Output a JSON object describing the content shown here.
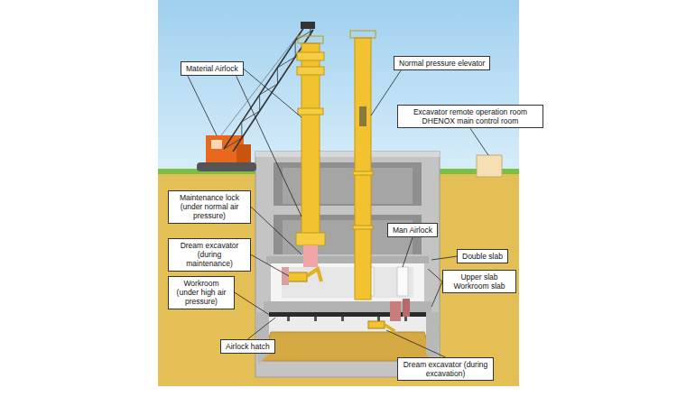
{
  "diagram": {
    "nodes": [
      {
        "text": [
          "Material Airlock"
        ]
      },
      {
        "text": [
          "Normal pressure elevator"
        ]
      },
      {
        "text": [
          "Excavator remote operation room DHENOX main control room"
        ]
      },
      {
        "text": [
          "Maintenance lock (under normal air pressure)"
        ]
      },
      {
        "text": [
          "Dream excavator (during maintenance)"
        ]
      },
      {
        "text": [
          "Man Airlock"
        ]
      },
      {
        "text": [
          "Double slab"
        ]
      },
      {
        "text": [
          "Upper slab Workroom slab"
        ]
      },
      {
        "text": [
          "Workroom (under high air pressure)"
        ]
      },
      {
        "text": [
          "Airlock hatch"
        ]
      },
      {
        "text": [
          "Dream excavator (during excavation)"
        ]
      }
    ]
  }
}
